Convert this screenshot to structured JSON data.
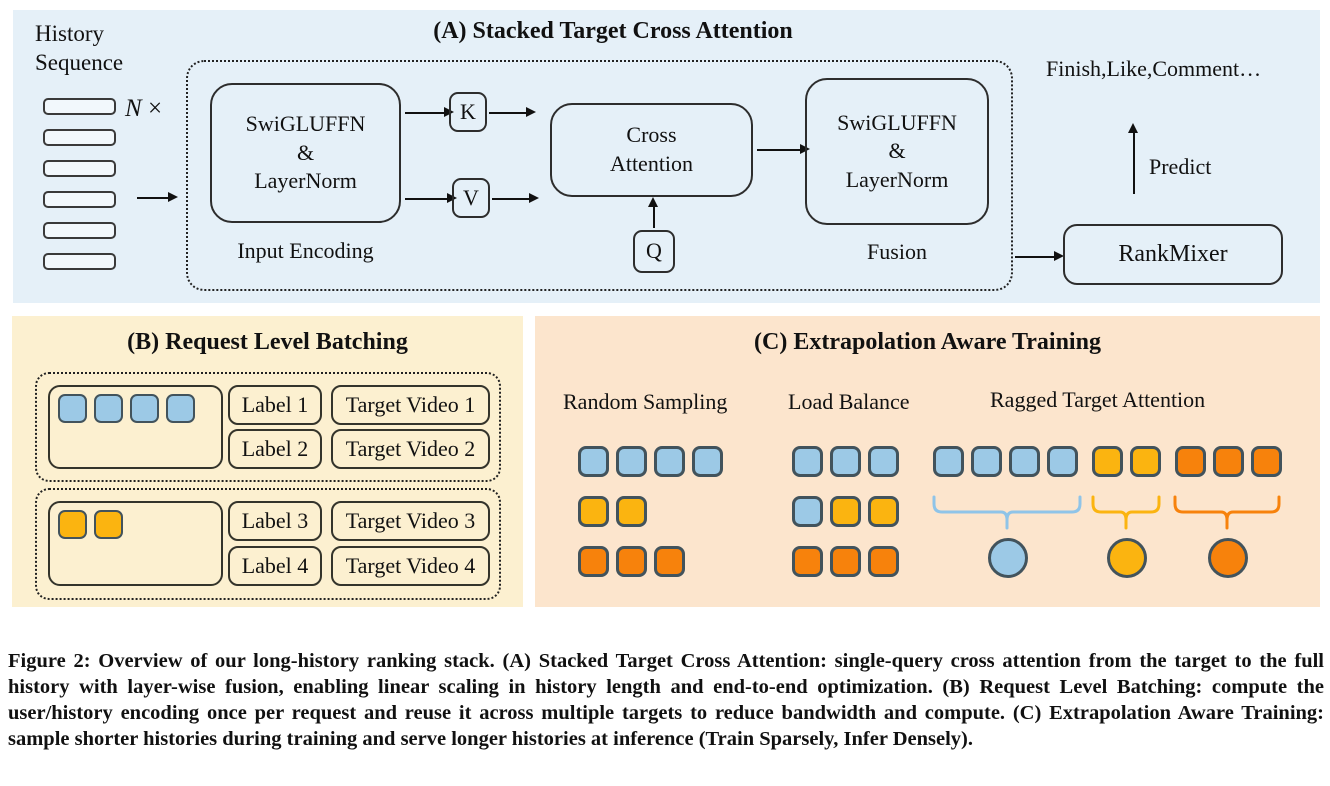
{
  "colors": {
    "blue": "#9CC9E6",
    "yellow": "#FBB410",
    "orange": "#F7820C",
    "brace_blue": "#8FC4E8",
    "token_border": "#42535C",
    "panel_a_bg": "#E5F0F8",
    "panel_b_bg": "#FCF0D0",
    "panel_c_bg": "#FCE5CD"
  },
  "panel_a": {
    "title": "(A) Stacked Target Cross Attention",
    "history_label": "History\nSequence",
    "n_label": "N",
    "times_label": "×",
    "encoder_box": "SwiGLUFFN\n&\nLayerNorm",
    "input_encoding_label": "Input Encoding",
    "k_label": "K",
    "v_label": "V",
    "q_label": "Q",
    "cross_attention_box": "Cross\nAttention",
    "fusion_box": "SwiGLUFFN\n&\nLayerNorm",
    "fusion_label": "Fusion",
    "outputs_label": "Finish,Like,Comment…",
    "predict_label": "Predict",
    "rankmixer_label": "RankMixer"
  },
  "panel_b": {
    "title": "(B) Request Level Batching",
    "requests": [
      {
        "tokens": [
          "blue",
          "blue",
          "blue",
          "blue"
        ],
        "labels": [
          "Label 1",
          "Label 2"
        ],
        "targets": [
          "Target Video 1",
          "Target Video 2"
        ]
      },
      {
        "tokens": [
          "yellow",
          "yellow"
        ],
        "labels": [
          "Label 3",
          "Label 4"
        ],
        "targets": [
          "Target Video 3",
          "Target Video 4"
        ]
      }
    ]
  },
  "panel_c": {
    "title": "(C) Extrapolation Aware Training",
    "random_sampling": {
      "label": "Random Sampling",
      "rows": [
        [
          "blue",
          "blue",
          "blue",
          "blue"
        ],
        [
          "yellow",
          "yellow"
        ],
        [
          "orange",
          "orange",
          "orange"
        ]
      ]
    },
    "load_balance": {
      "label": "Load Balance",
      "rows": [
        [
          "blue",
          "blue",
          "blue"
        ],
        [
          "blue",
          "yellow",
          "yellow"
        ],
        [
          "orange",
          "orange",
          "orange"
        ]
      ]
    },
    "ragged": {
      "label": "Ragged Target Attention",
      "groups": [
        [
          "blue",
          "blue",
          "blue",
          "blue"
        ],
        [
          "yellow",
          "yellow"
        ],
        [
          "orange",
          "orange",
          "orange"
        ]
      ]
    }
  },
  "caption": "Figure 2: Overview of our long-history ranking stack. (A) Stacked Target Cross Attention: single-query cross attention from the target to the full history with layer-wise fusion, enabling linear scaling in history length and end-to-end optimization. (B) Request Level Batching: compute the user/history encoding once per request and reuse it across multiple targets to reduce bandwidth and compute. (C) Extrapolation Aware Training: sample shorter histories during training and serve longer histories at inference (Train Sparsely, Infer Densely)."
}
